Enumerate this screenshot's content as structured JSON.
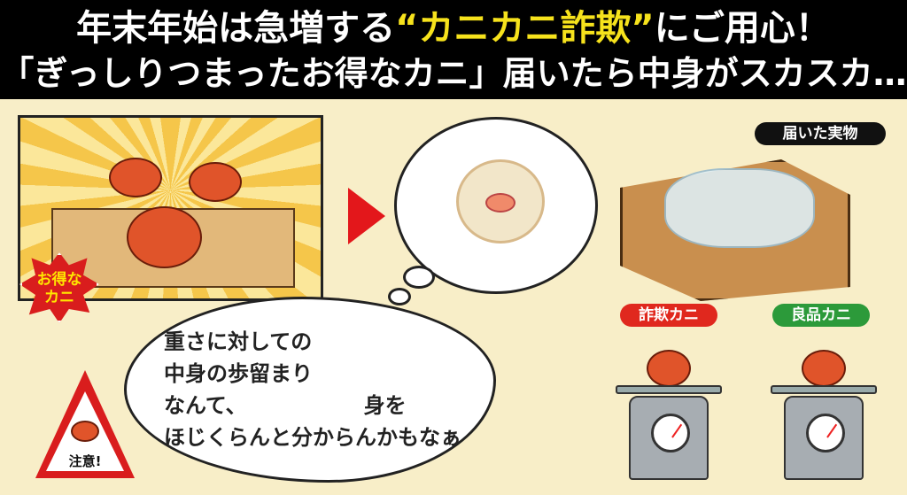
{
  "header": {
    "line1_pre": "年末年始は急増する",
    "line1_highlight": "“カニカニ詐欺”",
    "line1_post": "にご用心！",
    "line2": "「ぎっしりつまったお得なカニ」届いたら中身がスカスカ…"
  },
  "deal_panel": {
    "badge": "お得な\nカニ"
  },
  "delivered_label": "届いた実物",
  "scales": {
    "fake_label": "詐欺カニ",
    "good_label": "良品カニ"
  },
  "speech": "重さに対しての\n中身の歩留まり\nなんて、　　　　　　身を\nほじくらんと分からんかもなぁ",
  "warning": "注意!",
  "colors": {
    "header_bg": "#000000",
    "highlight": "#f6e21c",
    "arrow": "#e3171b",
    "fake": "#e0281e",
    "good": "#2c9a3a",
    "background": "#f8eec8"
  }
}
